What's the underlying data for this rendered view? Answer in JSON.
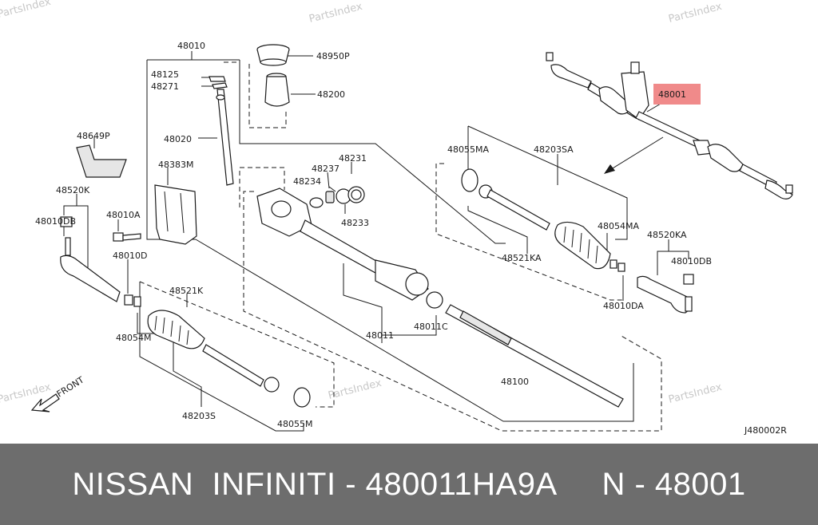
{
  "watermarks": [
    "PartsIndex",
    "PartsIndex",
    "PartsIndex",
    "PartsIndex",
    "PartsIndex"
  ],
  "diagram_code": "J480002R",
  "front_label": "FRONT",
  "highlight_color": "#f08a8a",
  "labels": {
    "p48010": "48010",
    "p48950P": "48950P",
    "p48125": "48125",
    "p48271": "48271",
    "p48200": "48200",
    "p48020": "48020",
    "p48649P": "48649P",
    "p48383M": "48383M",
    "p48231": "48231",
    "p48237": "48237",
    "p48234": "48234",
    "p48233": "48233",
    "p48520K": "48520K",
    "p48010DB_left": "48010DB",
    "p48010A": "48010A",
    "p48010D": "48010D",
    "p48521K": "48521K",
    "p48054M": "48054M",
    "p48203S": "48203S",
    "p48055M": "48055M",
    "p48011": "48011",
    "p48011C": "48011C",
    "p48100": "48100",
    "p48055MA": "48055MA",
    "p48203SA": "48203SA",
    "p48054MA": "48054MA",
    "p48521KA": "48521KA",
    "p48520KA": "48520KA",
    "p48010DB_right": "48010DB",
    "p48010DA": "48010DA",
    "p48001": "48001"
  },
  "caption": "NISSAN  INFINITI - 480011HA9A     N - 48001"
}
